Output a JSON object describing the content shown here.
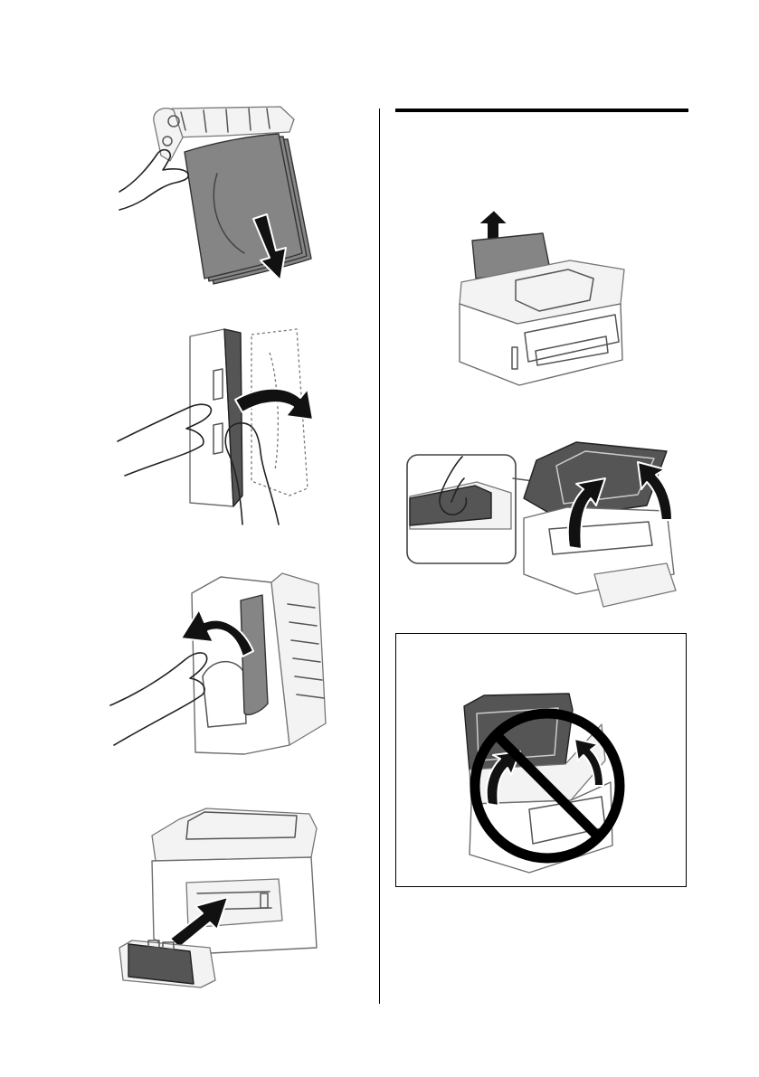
{
  "page": {
    "background": "#ffffff",
    "rule_color": "#000000"
  },
  "figures": [
    {
      "id": "fig-1",
      "depicts": "paper-removal-from-rear-unit"
    },
    {
      "id": "fig-2",
      "depicts": "open-rear-unit-cover"
    },
    {
      "id": "fig-3",
      "depicts": "remove-jammed-paper-inside-rear-unit"
    },
    {
      "id": "fig-4",
      "depicts": "reattach-rear-unit"
    },
    {
      "id": "fig-5",
      "depicts": "remove-paper-from-rear-feed"
    },
    {
      "id": "fig-6",
      "depicts": "lift-scanner-unit-with-handle-detail"
    },
    {
      "id": "fig-7",
      "depicts": "do-not-lift-scanner-with-document-cover-open"
    }
  ],
  "icons": {
    "prohibited": "prohibited-icon"
  }
}
